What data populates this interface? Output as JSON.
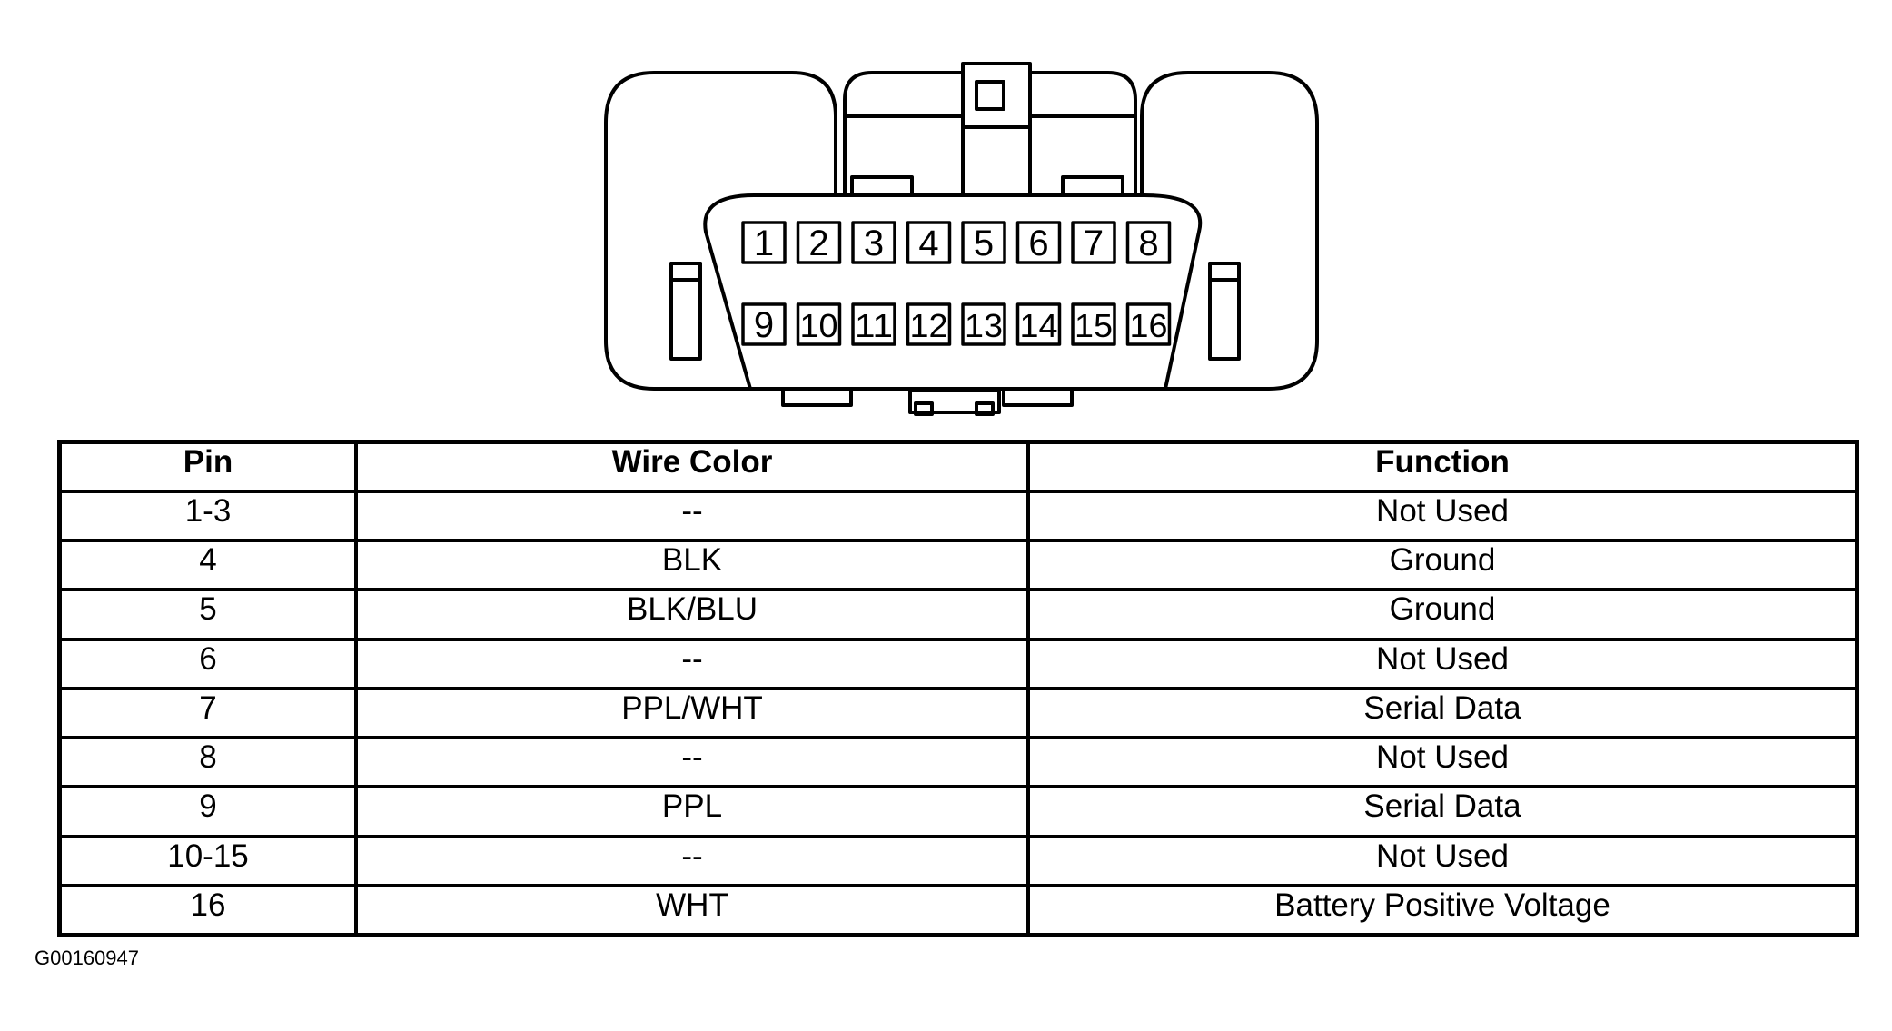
{
  "connector": {
    "pins_top": [
      "1",
      "2",
      "3",
      "4",
      "5",
      "6",
      "7",
      "8"
    ],
    "pins_bottom": [
      "9",
      "10",
      "11",
      "12",
      "13",
      "14",
      "15",
      "16"
    ]
  },
  "table": {
    "headers": {
      "pin": "Pin",
      "wire_color": "Wire Color",
      "function": "Function"
    },
    "rows": [
      {
        "pin": "1-3",
        "wire_color": "--",
        "function": "Not Used"
      },
      {
        "pin": "4",
        "wire_color": "BLK",
        "function": "Ground"
      },
      {
        "pin": "5",
        "wire_color": "BLK/BLU",
        "function": "Ground"
      },
      {
        "pin": "6",
        "wire_color": "--",
        "function": "Not Used"
      },
      {
        "pin": "7",
        "wire_color": "PPL/WHT",
        "function": "Serial Data"
      },
      {
        "pin": "8",
        "wire_color": "--",
        "function": "Not Used"
      },
      {
        "pin": "9",
        "wire_color": "PPL",
        "function": "Serial Data"
      },
      {
        "pin": "10-15",
        "wire_color": "--",
        "function": "Not Used"
      },
      {
        "pin": "16",
        "wire_color": "WHT",
        "function": "Battery Positive Voltage"
      }
    ]
  },
  "figure_id": "G00160947"
}
